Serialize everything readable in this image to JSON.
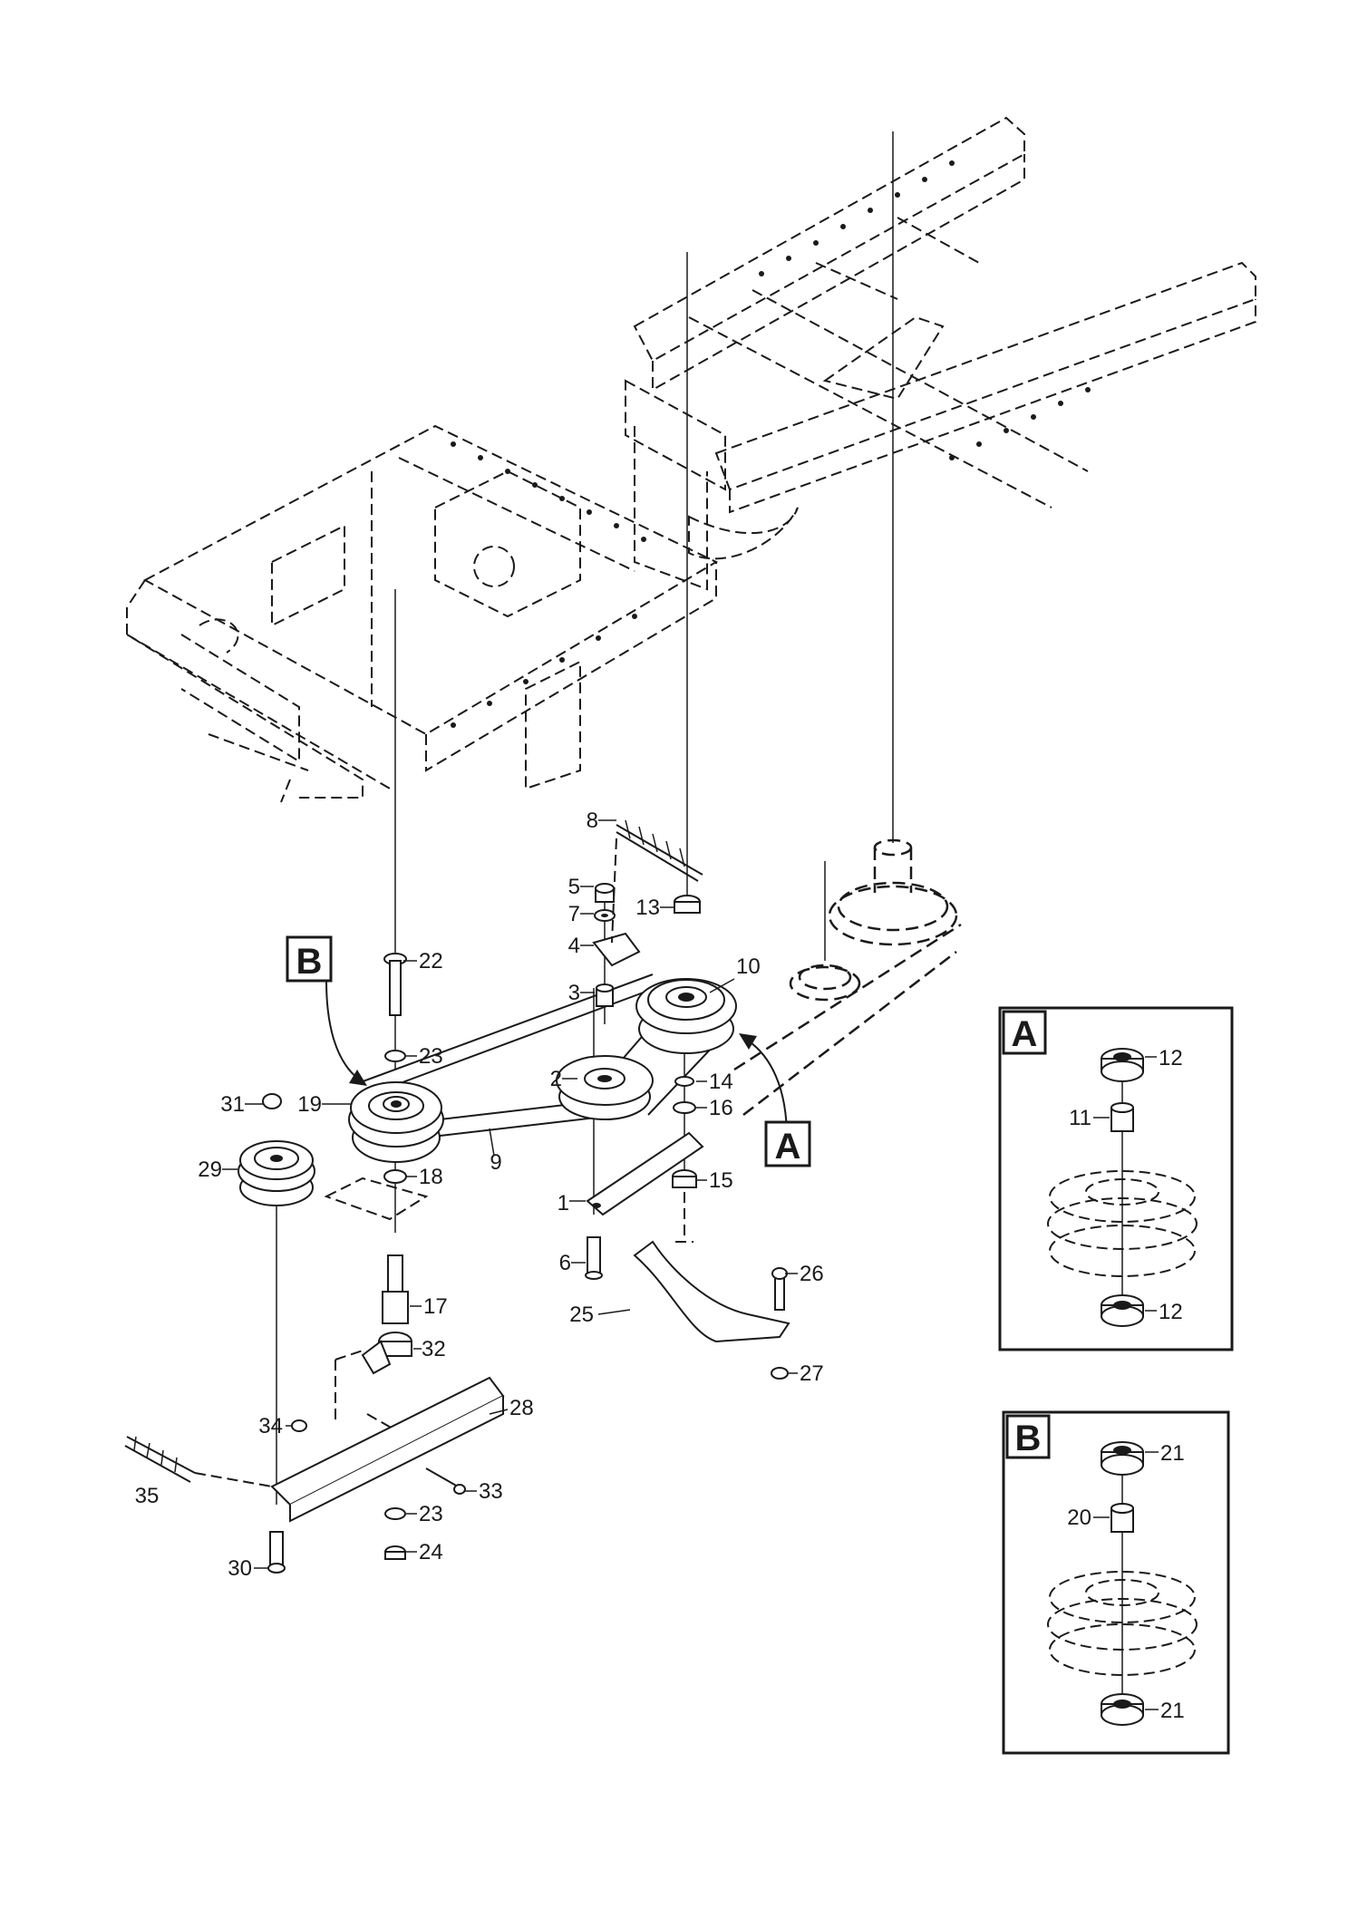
{
  "insets": {
    "a": {
      "title": "A",
      "parts": {
        "bearing_top": "12",
        "spacer": "11",
        "bearing_bottom": "12"
      }
    },
    "b": {
      "title": "B",
      "parts": {
        "bearing_top": "21",
        "spacer": "20",
        "bearing_bottom": "21"
      }
    }
  },
  "callouts": {
    "a": "A",
    "b": "B"
  },
  "parts": [
    {
      "id": "p1",
      "text": "1"
    },
    {
      "id": "p2",
      "text": "2"
    },
    {
      "id": "p3",
      "text": "3"
    },
    {
      "id": "p4",
      "text": "4"
    },
    {
      "id": "p5",
      "text": "5"
    },
    {
      "id": "p6",
      "text": "6"
    },
    {
      "id": "p7",
      "text": "7"
    },
    {
      "id": "p8",
      "text": "8"
    },
    {
      "id": "p9",
      "text": "9"
    },
    {
      "id": "p10",
      "text": "10"
    },
    {
      "id": "p13",
      "text": "13"
    },
    {
      "id": "p14",
      "text": "14"
    },
    {
      "id": "p15",
      "text": "15"
    },
    {
      "id": "p16",
      "text": "16"
    },
    {
      "id": "p17",
      "text": "17"
    },
    {
      "id": "p18",
      "text": "18"
    },
    {
      "id": "p19",
      "text": "19"
    },
    {
      "id": "p22",
      "text": "22"
    },
    {
      "id": "p23a",
      "text": "23"
    },
    {
      "id": "p23b",
      "text": "23"
    },
    {
      "id": "p24",
      "text": "24"
    },
    {
      "id": "p25",
      "text": "25"
    },
    {
      "id": "p26",
      "text": "26"
    },
    {
      "id": "p27",
      "text": "27"
    },
    {
      "id": "p28",
      "text": "28"
    },
    {
      "id": "p29",
      "text": "29"
    },
    {
      "id": "p30",
      "text": "30"
    },
    {
      "id": "p31",
      "text": "31"
    },
    {
      "id": "p32",
      "text": "32"
    },
    {
      "id": "p33",
      "text": "33"
    },
    {
      "id": "p34",
      "text": "34"
    },
    {
      "id": "p35",
      "text": "35"
    }
  ]
}
